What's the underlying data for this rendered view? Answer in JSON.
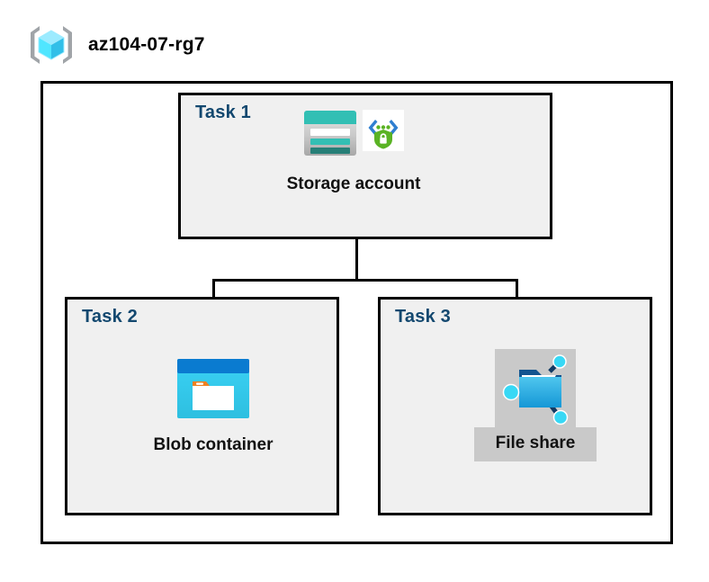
{
  "header": {
    "icon": "resource-group-cube-icon",
    "title": "az104-07-rg7"
  },
  "diagram": {
    "container_label": "az104-07-rg7",
    "tasks": [
      {
        "id": "task1",
        "label": "Task 1",
        "node": {
          "caption": "Storage account",
          "icons": [
            "storage-account-icon",
            "secure-endpoint-shield-icon"
          ],
          "highlighted": false
        }
      },
      {
        "id": "task2",
        "label": "Task 2",
        "node": {
          "caption": "Blob container",
          "icons": [
            "blob-container-icon"
          ],
          "highlighted": false
        }
      },
      {
        "id": "task3",
        "label": "Task 3",
        "node": {
          "caption": "File share",
          "icons": [
            "file-share-icon"
          ],
          "highlighted": true
        }
      }
    ],
    "connections": [
      {
        "from": "task1",
        "to": "task2"
      },
      {
        "from": "task1",
        "to": "task3"
      }
    ]
  },
  "colors": {
    "task_label": "#13486f",
    "box_fill": "#f0f0f0",
    "box_border": "#000000",
    "highlight": "#c9c9c9",
    "page_background": "#ffffff",
    "storage_teal": "#32bfb4",
    "storage_teal_dark": "#267f77",
    "blob_blue": "#0078d4",
    "blob_cyan": "#32c8f0",
    "blob_orange": "#f08122",
    "shield_green": "#5ab324",
    "bracket_gray": "#a0a4a8",
    "cube_cyan": "#50e6ff"
  }
}
